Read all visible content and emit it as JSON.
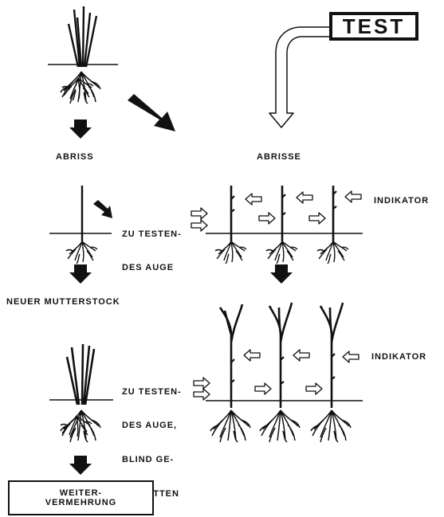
{
  "labels": {
    "test": "TEST",
    "abriss": "ABRISS",
    "abrisse": "ABRISSE",
    "zu_testen_top": [
      "ZU TESTEN-",
      "DES AUGE"
    ],
    "indikator_top": "INDIKATOR",
    "neuer_mutterstock": "NEUER MUTTERSTOCK",
    "zu_testen_bottom": [
      "ZU TESTEN-",
      "DES AUGE,",
      "BLIND GE-",
      "SCHNITTEN"
    ],
    "indikator_bottom": "INDIKATOR",
    "weitervermehrung": [
      "WEITER-",
      "VERMEHRUNG"
    ]
  },
  "colors": {
    "ink": "#111111",
    "background": "#ffffff"
  }
}
